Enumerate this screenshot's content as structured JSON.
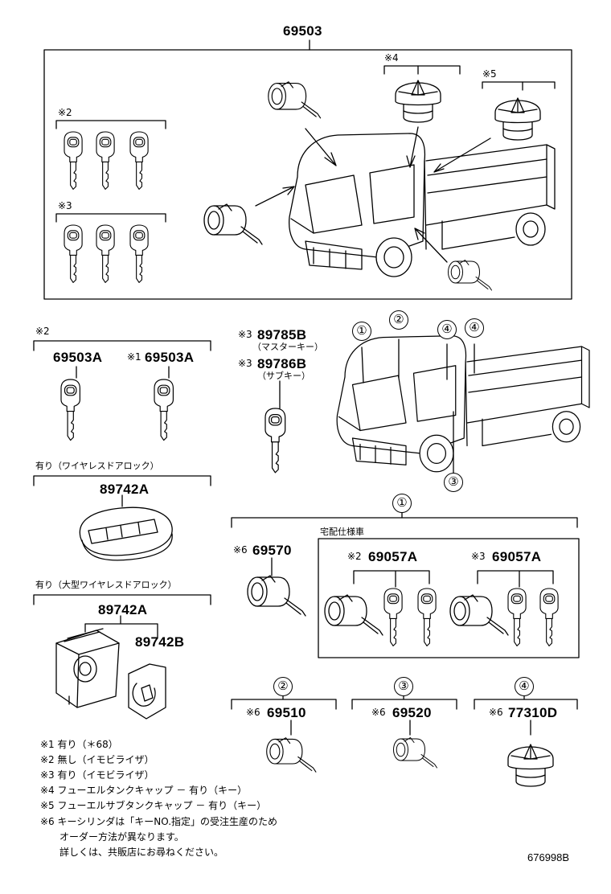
{
  "top": {
    "part": "69503"
  },
  "top_box": {
    "mark4": "※4",
    "mark5": "※5",
    "mark2": "※2",
    "mark3": "※3"
  },
  "keys": {
    "mark_left": "※2",
    "p1": "69503A",
    "p2_mark": "※1",
    "p2": "69503A",
    "m1_mark": "※3",
    "m1": "89785B",
    "m1_note": "（マスターキー）",
    "m2_mark": "※3",
    "m2": "89786B",
    "m2_note": "（サブキー）"
  },
  "remote1": {
    "caption": "有り（ワイヤレスドアロック）",
    "part": "89742A"
  },
  "remote2": {
    "caption": "有り（大型ワイヤレスドアロック）",
    "part_a": "89742A",
    "part_b": "89742B"
  },
  "callouts": [
    "①",
    "②",
    "④",
    "④",
    "③"
  ],
  "group1": {
    "num": "①",
    "sub": "宅配仕様車",
    "left_mark": "※6",
    "left": "69570",
    "a_mark": "※2",
    "a": "69057A",
    "b_mark": "※3",
    "b": "69057A"
  },
  "group2": {
    "num": "②",
    "mark": "※6",
    "part": "69510"
  },
  "group3": {
    "num": "③",
    "mark": "※6",
    "part": "69520"
  },
  "group4": {
    "num": "④",
    "mark": "※6",
    "part": "77310D"
  },
  "notes": [
    "※1 有り（＊68）",
    "※2 無し（イモビライザ）",
    "※3 有り（イモビライザ）",
    "※4 フューエルタンクキャップ － 有り（キー）",
    "※5 フューエルサブタンクキャップ － 有り（キー）",
    "※6 キーシリンダは「キーNO.指定」の受注生産のため",
    "　　オーダー方法が異なります。",
    "　　詳しくは、共販店にお尋ねください。"
  ],
  "code": "676998B"
}
